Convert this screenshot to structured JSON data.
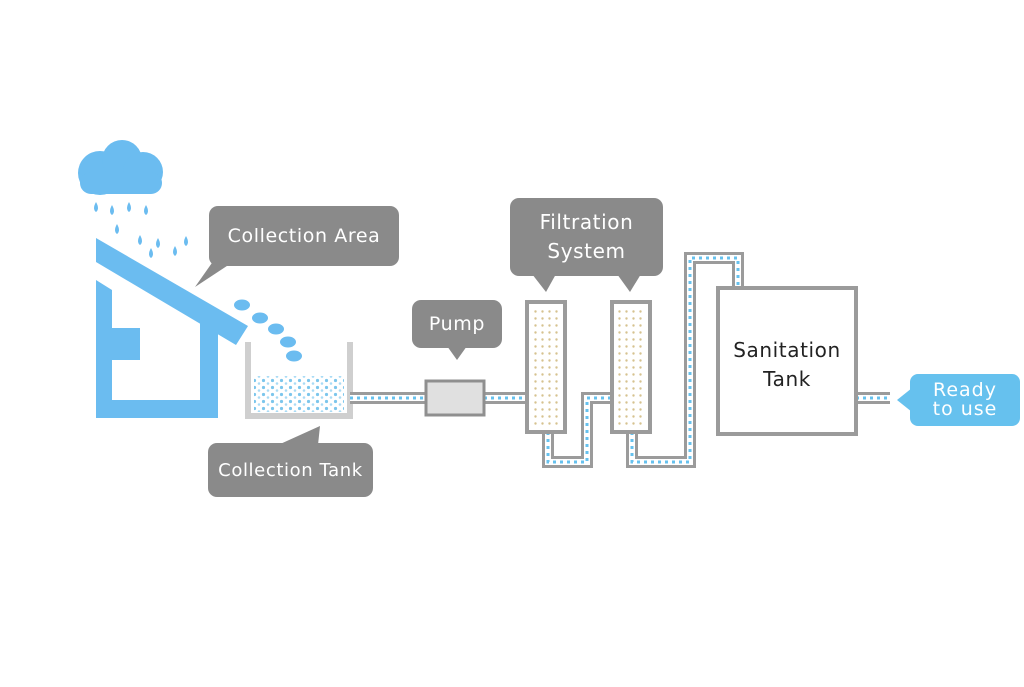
{
  "diagram": {
    "labels": {
      "collection_area": "Collection Area",
      "collection_tank": "Collection Tank",
      "pump": "Pump",
      "filtration_line1": "Filtration",
      "filtration_line2": "System",
      "sanitation_line1": "Sanitation",
      "sanitation_line2": "Tank",
      "ready_line1": "Ready",
      "ready_line2": "to use"
    },
    "icons": [
      "rain-cloud-icon",
      "house-roof-icon",
      "collection-tank-icon",
      "pump-icon",
      "filter-column-icon",
      "sanitation-tank-icon"
    ],
    "colors": {
      "callout": "#8a8a8a",
      "water_blue": "#66c1ee",
      "house_blue": "#6bbcf0",
      "pipe_gray": "#9b9b9b",
      "filter_fill": "#efe3c6"
    }
  }
}
